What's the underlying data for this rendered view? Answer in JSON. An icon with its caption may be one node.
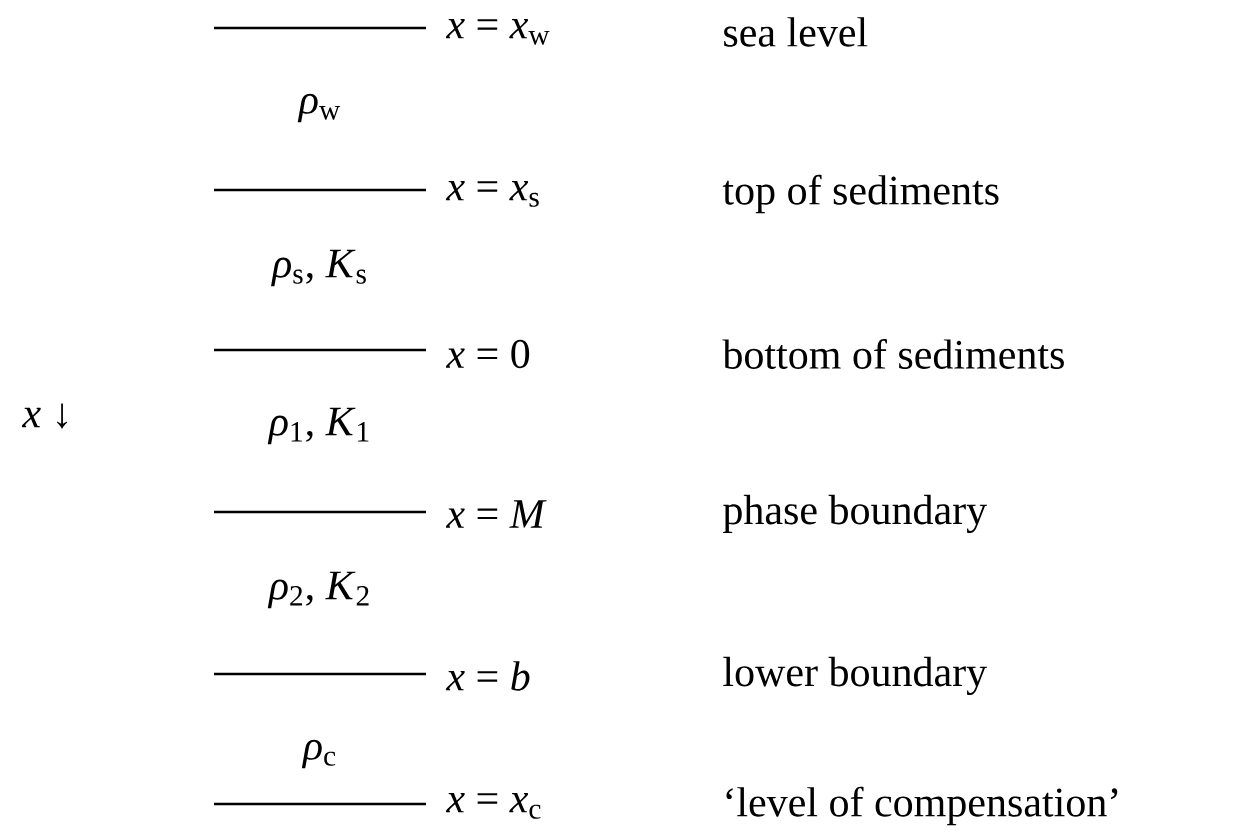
{
  "diagram": {
    "labels": [
      "*x* = *x*$_{w}$",
      "sea level",
      "*ρ*$_{w}$",
      "*x* = *x*$_{s}$",
      "top of sediments",
      "*ρ*$_{s}$, *K*$_{s}$",
      "*x* = 0",
      "bottom of sediments",
      "*x* ↓",
      "*ρ*$_{1}$, *K*$_{1}$",
      "*x* = *M*",
      "phase boundary",
      "*ρ*$_{2}$, *K*$_{2}$",
      "*x* = *b*",
      "lower boundary",
      "*ρ*$_{c}$",
      "*x* = *x*$_{c}$",
      "‘level of compensation’"
    ]
  }
}
